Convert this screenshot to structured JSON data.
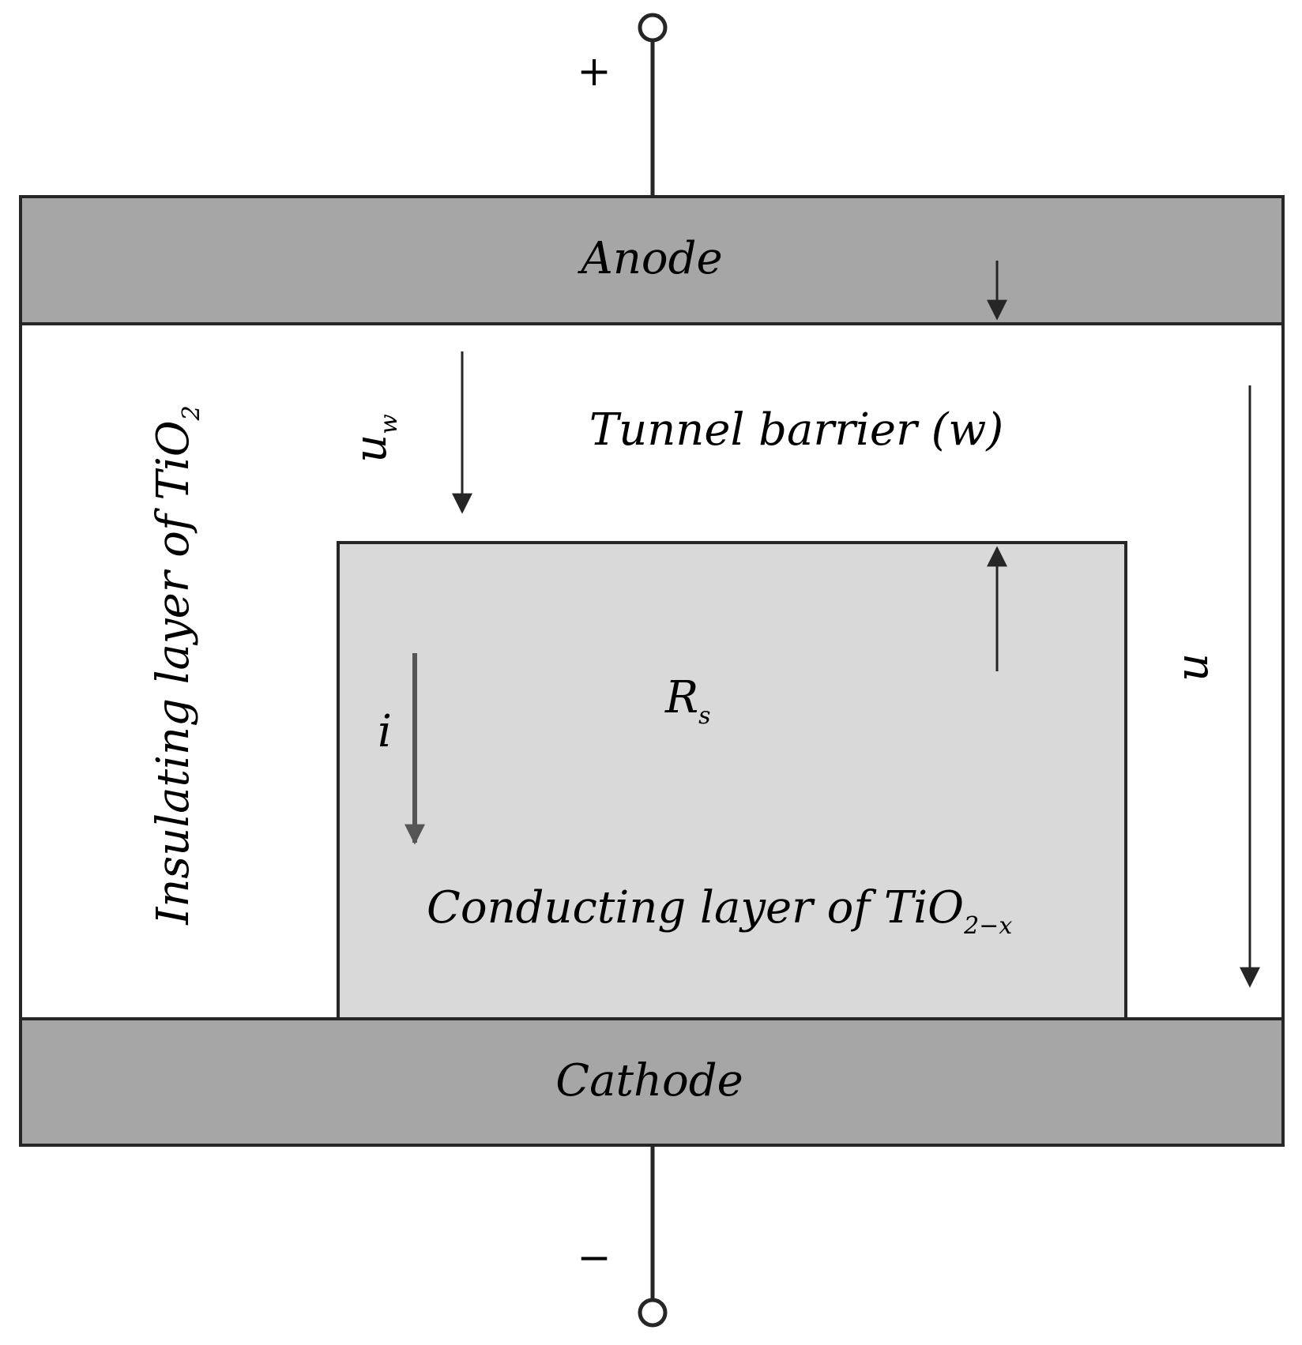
{
  "terminals": {
    "top_sign": "+",
    "bottom_sign": "−"
  },
  "anode": {
    "label": "Anode"
  },
  "cathode": {
    "label": "Cathode"
  },
  "insulating_layer": {
    "label_main": "Insulating layer of TiO",
    "label_sub": "2"
  },
  "tunnel_barrier": {
    "label": "Tunnel barrier (w)"
  },
  "conducting_layer": {
    "label_main": "Conducting layer of TiO",
    "label_sub": "2−x"
  },
  "symbols": {
    "resistance_main": "R",
    "resistance_sub": "s",
    "current": "i",
    "width_left_main": "u",
    "width_left_sub": "w",
    "width_right": "u"
  },
  "colors": {
    "electrode": "#a6a6a6",
    "conducting_layer": "#d9d9d9",
    "insulating_layer": "#ffffff",
    "stroke": "#262626"
  }
}
